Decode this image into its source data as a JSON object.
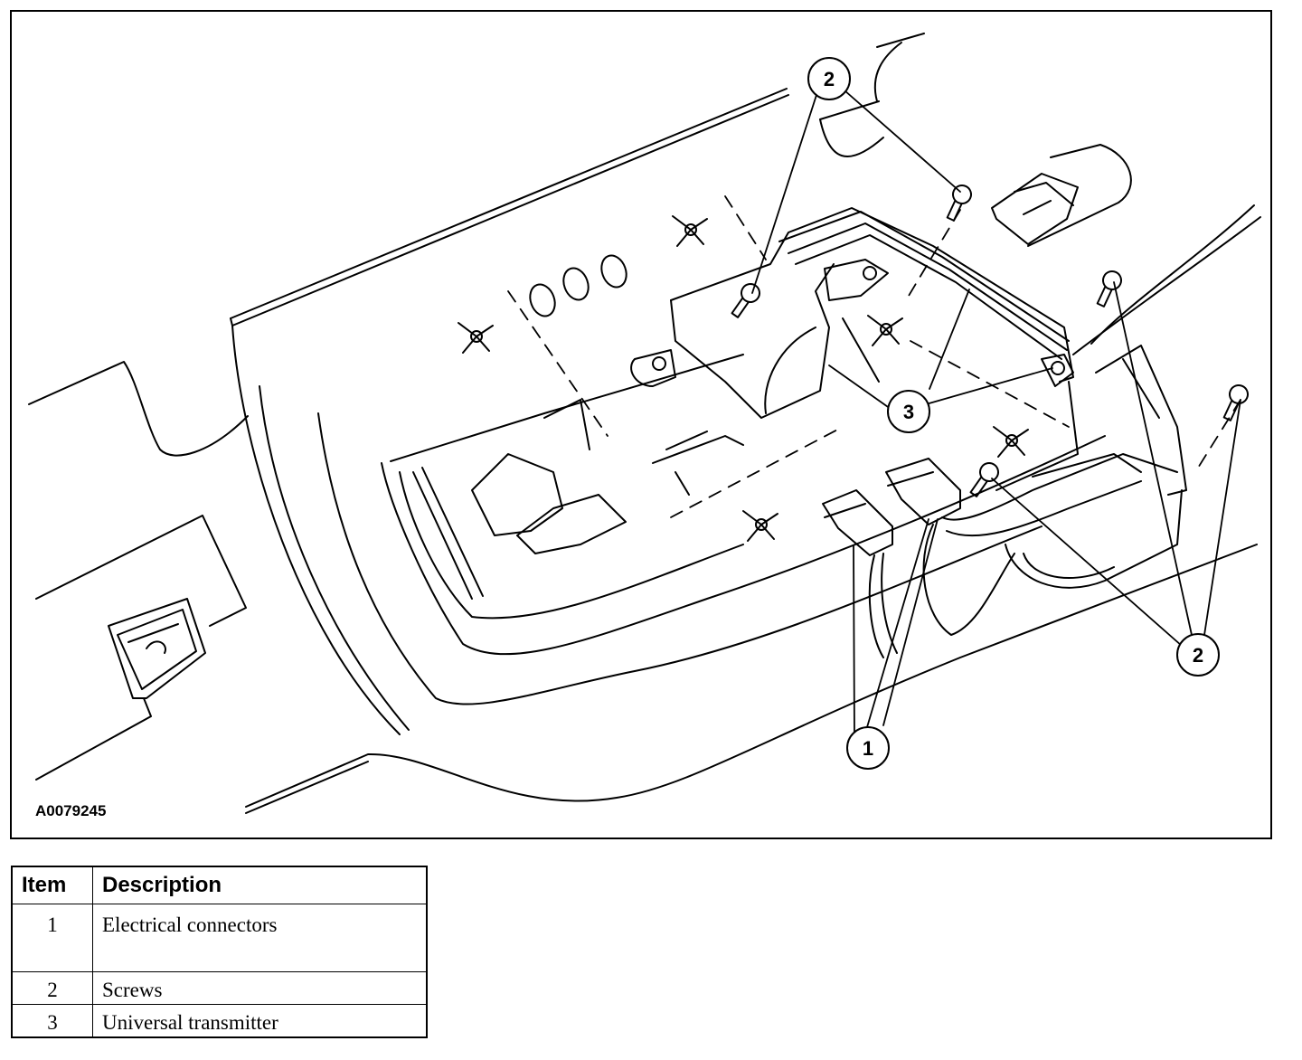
{
  "figure": {
    "id": "A0079245",
    "callouts": [
      {
        "label": "1"
      },
      {
        "label": "2"
      },
      {
        "label": "2"
      },
      {
        "label": "3"
      }
    ]
  },
  "legend": {
    "headers": {
      "item": "Item",
      "description": "Description"
    },
    "rows": [
      {
        "item": "1",
        "description": "Electrical connectors"
      },
      {
        "item": "2",
        "description": "Screws"
      },
      {
        "item": "3",
        "description": "Universal transmitter"
      }
    ]
  }
}
